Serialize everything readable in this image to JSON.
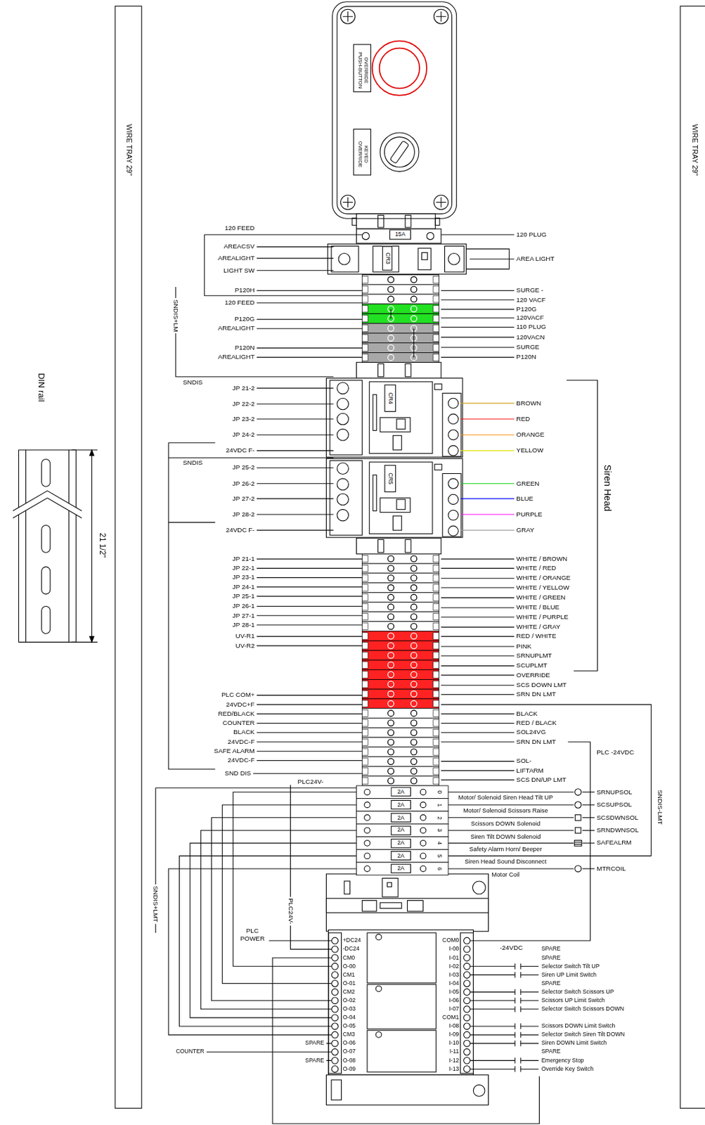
{
  "diagram": {
    "nodes": [
      {
        "text": [
          "WIRE TRAY 29\""
        ]
      },
      {
        "text": [
          "WIRE TRAY 29\""
        ]
      },
      {
        "text": [
          "OVERRIDE PUSH-BUTTON",
          "KEYED OVERRIDE"
        ]
      },
      {
        "text": [
          "15A"
        ]
      },
      {
        "text": [
          "CR3"
        ]
      },
      {
        "text": [
          "CR4"
        ]
      },
      {
        "text": [
          "CR5"
        ]
      },
      {
        "text": [
          "2A"
        ]
      },
      {
        "text": [
          "2A"
        ]
      },
      {
        "text": [
          "2A"
        ]
      },
      {
        "text": [
          "2A"
        ]
      },
      {
        "text": [
          "2A"
        ]
      },
      {
        "text": [
          "2A"
        ]
      },
      {
        "text": [
          "2A"
        ]
      }
    ],
    "labels": [
      "120 FEED",
      "AREACSV",
      "AREALIGHT",
      "LIGHT SW",
      "P120H",
      "120 FEED",
      "P120G",
      "AREALIGHT",
      "P120N",
      "AREALIGHT",
      "SNDIS+LM",
      "SNDIS",
      "JP 21-2",
      "JP 22-2",
      "JP 23-2",
      "JP 24-2",
      "24VDC F-",
      "SNDIS",
      "JP 25-2",
      "JP 26-2",
      "JP 27-2",
      "JP 28-2",
      "24VDC F-",
      "JP 21-1",
      "JP 22-1",
      "JP 23-1",
      "JP 24-1",
      "JP 25-1",
      "JP 26-1",
      "JP 27-1",
      "JP 28-1",
      "UV-R1",
      "UV-R2",
      "PLC COM+",
      "24VDC+F",
      "RED/BLACK",
      "COUNTER",
      "BLACK",
      "24VDC-F",
      "SAFE ALARM",
      "24VDC-F",
      "SND DIS",
      "PLC24V-",
      "120 PLUG",
      "AREA LIGHT",
      "SURGE -",
      "120 VACF",
      "P120G",
      "120VACF",
      "110 PLUG",
      "120VACN",
      "SURGE",
      "P120N",
      "BROWN",
      "RED",
      "ORANGE",
      "YELLOW",
      "GREEN",
      "BLUE",
      "PURPLE",
      "GRAY",
      "WHITE / BROWN",
      "WHITE / RED",
      "WHITE / ORANGE",
      "WHITE / YELLOW",
      "WHITE / GREEN",
      "WHITE / BLUE",
      "WHITE / PURPLE",
      "WHITE / GRAY",
      "RED / WHITE",
      "PINK",
      "SRNUPLMT",
      "SCUPLMT",
      "OVERRIDE",
      "SCS DOWN LMT",
      "SRN DN LMT",
      "BLACK",
      "RED / BLACK",
      "SOL24VG",
      "SRN DN LMT",
      "SOL-",
      "LIFTARM",
      "SCS DN/UP LMT",
      "PLC -24VDC",
      "SNDIS-LMT",
      "Siren Head",
      "Motor/ Solenoid Siren Head Tilt UP",
      "Motor/ Solenoid Scissors Raise",
      "Scissors DOWN Solenoid",
      "Siren Tilt DOWN Solenoid",
      "Safety Alarm Horn/ Beeper",
      "Siren Head Sound Disconnect",
      "Motor Coil",
      "SRNUPSOL",
      "SCSUPSOL",
      "SCSDWNSOL",
      "SRNDWNSOL",
      "SAFEALRM",
      "MTRCOIL",
      "0",
      "1",
      "2",
      "3",
      "4",
      "5",
      "6",
      "SNDIS+LMT",
      "PLC24V-",
      "PLC POWER",
      "-24VDC",
      "+DC24",
      "-DC24",
      "CM0",
      "O-00",
      "CM1",
      "O-01",
      "CM2",
      "O-02",
      "O-03",
      "O-04",
      "O-05",
      "CM3",
      "O-06",
      "O-07",
      "O-08",
      "O-09",
      "COM0",
      "I-00",
      "I-01",
      "I-02",
      "I-03",
      "I-04",
      "I-05",
      "I-06",
      "I-07",
      "COM1",
      "I-08",
      "I-09",
      "I-10",
      "I-11",
      "I-12",
      "I-13",
      "SPARE",
      "SPARE",
      "Selector Switch Tilt UP",
      "Siren UP Limit Switch",
      "SPARE",
      "Selector Switch Scissors UP",
      "Scissors UP Limit Switch",
      "Selector Switch Scissors DOWN",
      "Scissors DOWN Limit Switch",
      "Selector Switch Siren Tilt DOWN",
      "Siren DOWN Limit Switch",
      "SPARE",
      "Emergency Stop",
      "Override Key Switch",
      "SPARE",
      "SPARE",
      "COUNTER",
      "DIN rail",
      "21 1/2\""
    ]
  }
}
